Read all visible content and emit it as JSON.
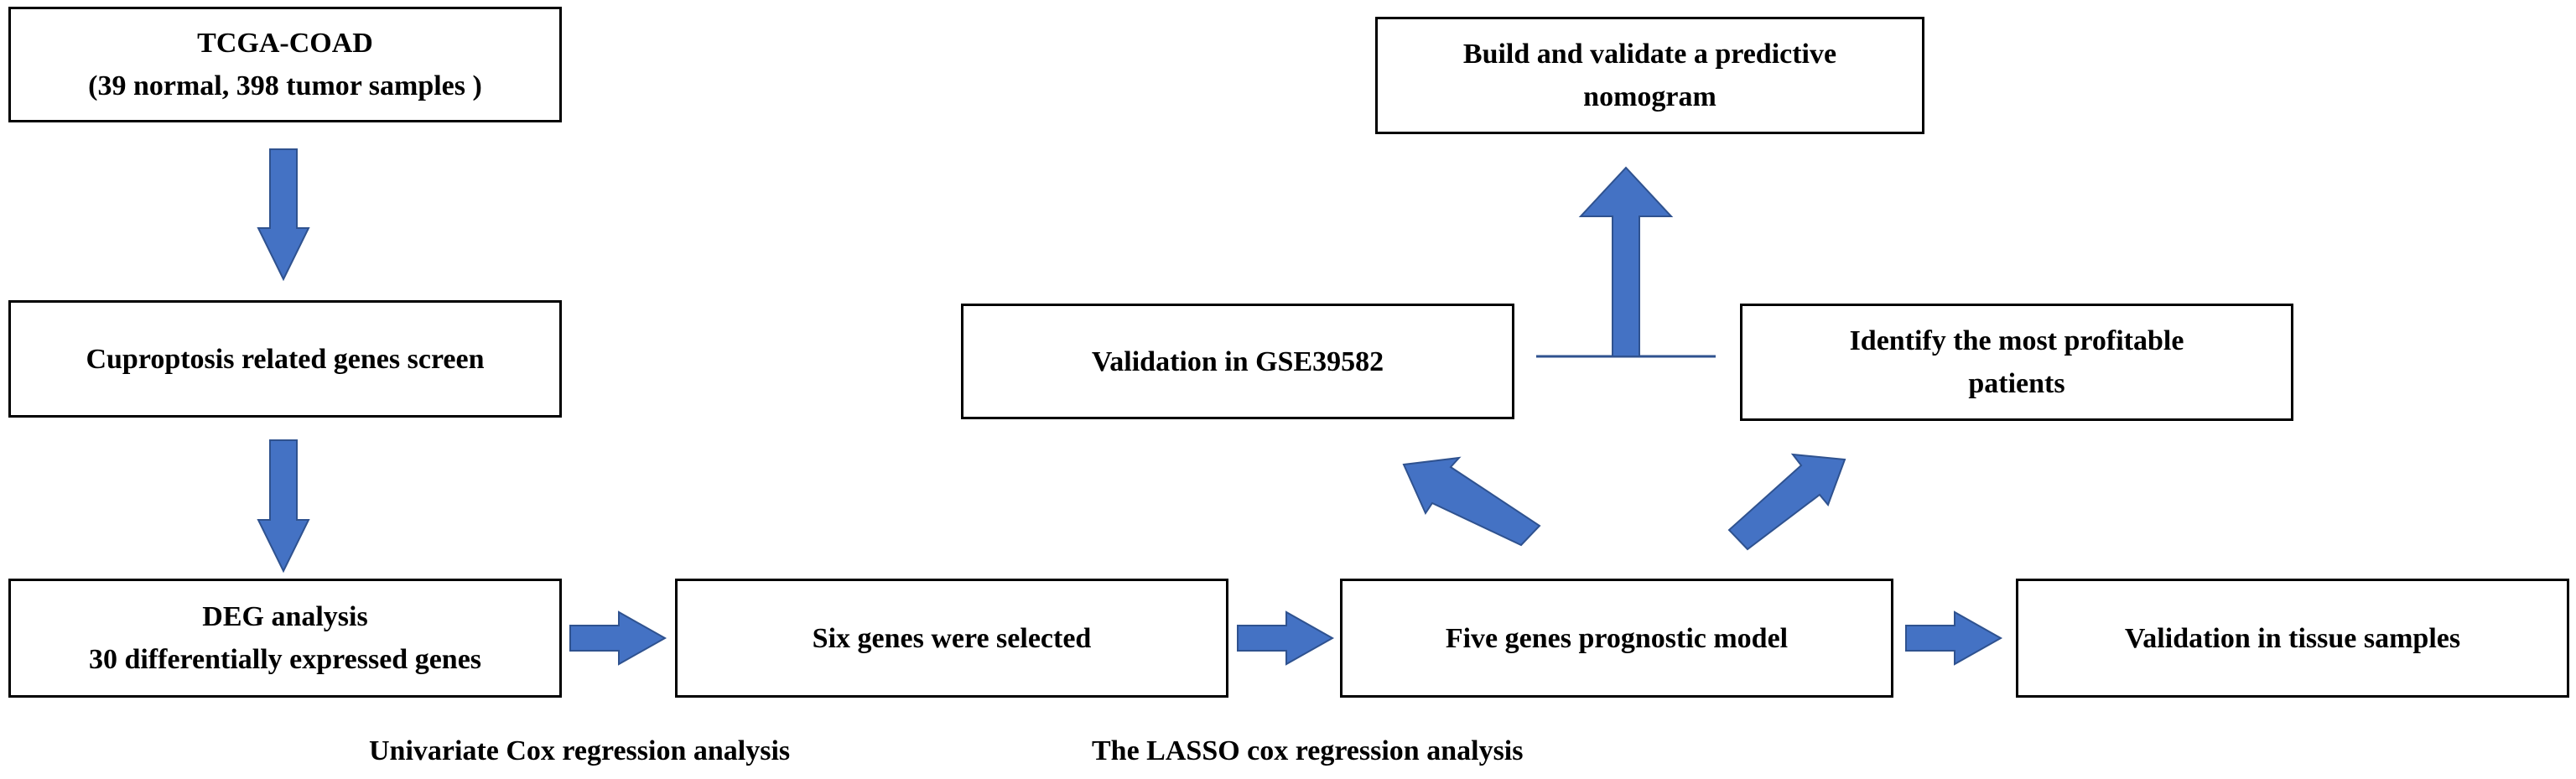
{
  "boxes": {
    "tcga": {
      "line1": "TCGA-COAD",
      "line2": "(39 normal, 398 tumor samples )"
    },
    "cuproptosis": {
      "line1": "Cuproptosis related genes screen"
    },
    "deg": {
      "line1": "DEG analysis",
      "line2": "30 differentially expressed genes"
    },
    "six_genes": {
      "line1": "Six genes were selected"
    },
    "five_genes": {
      "line1": "Five genes prognostic model"
    },
    "tissue": {
      "line1": "Validation in tissue samples"
    },
    "gse": {
      "line1": "Validation in GSE39582"
    },
    "profitable": {
      "line1": "Identify the most profitable",
      "line2": "patients"
    },
    "nomogram": {
      "line1": "Build and validate a predictive",
      "line2": "nomogram"
    }
  },
  "captions": {
    "univariate": "Univariate Cox regression analysis",
    "lasso": "The LASSO cox regression analysis"
  },
  "colors": {
    "arrow_fill": "#4472C4",
    "arrow_stroke": "#2F528F",
    "border": "#000000"
  }
}
